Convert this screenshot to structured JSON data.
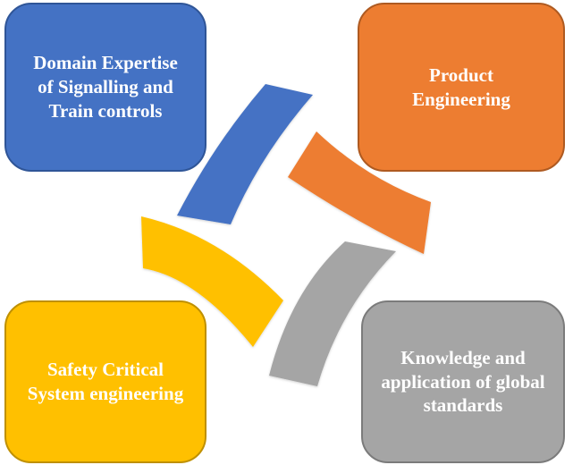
{
  "boxes": {
    "top_left": {
      "label": "Domain Expertise\nof Signalling and\nTrain controls",
      "color": "#4472c4"
    },
    "top_right": {
      "label": "Product\nEngineering",
      "color": "#ed7d31"
    },
    "bottom_left": {
      "label": "Safety Critical\nSystem engineering",
      "color": "#ffc000"
    },
    "bottom_right": {
      "label": "Knowledge and\napplication of global\nstandards",
      "color": "#a5a5a5"
    }
  }
}
